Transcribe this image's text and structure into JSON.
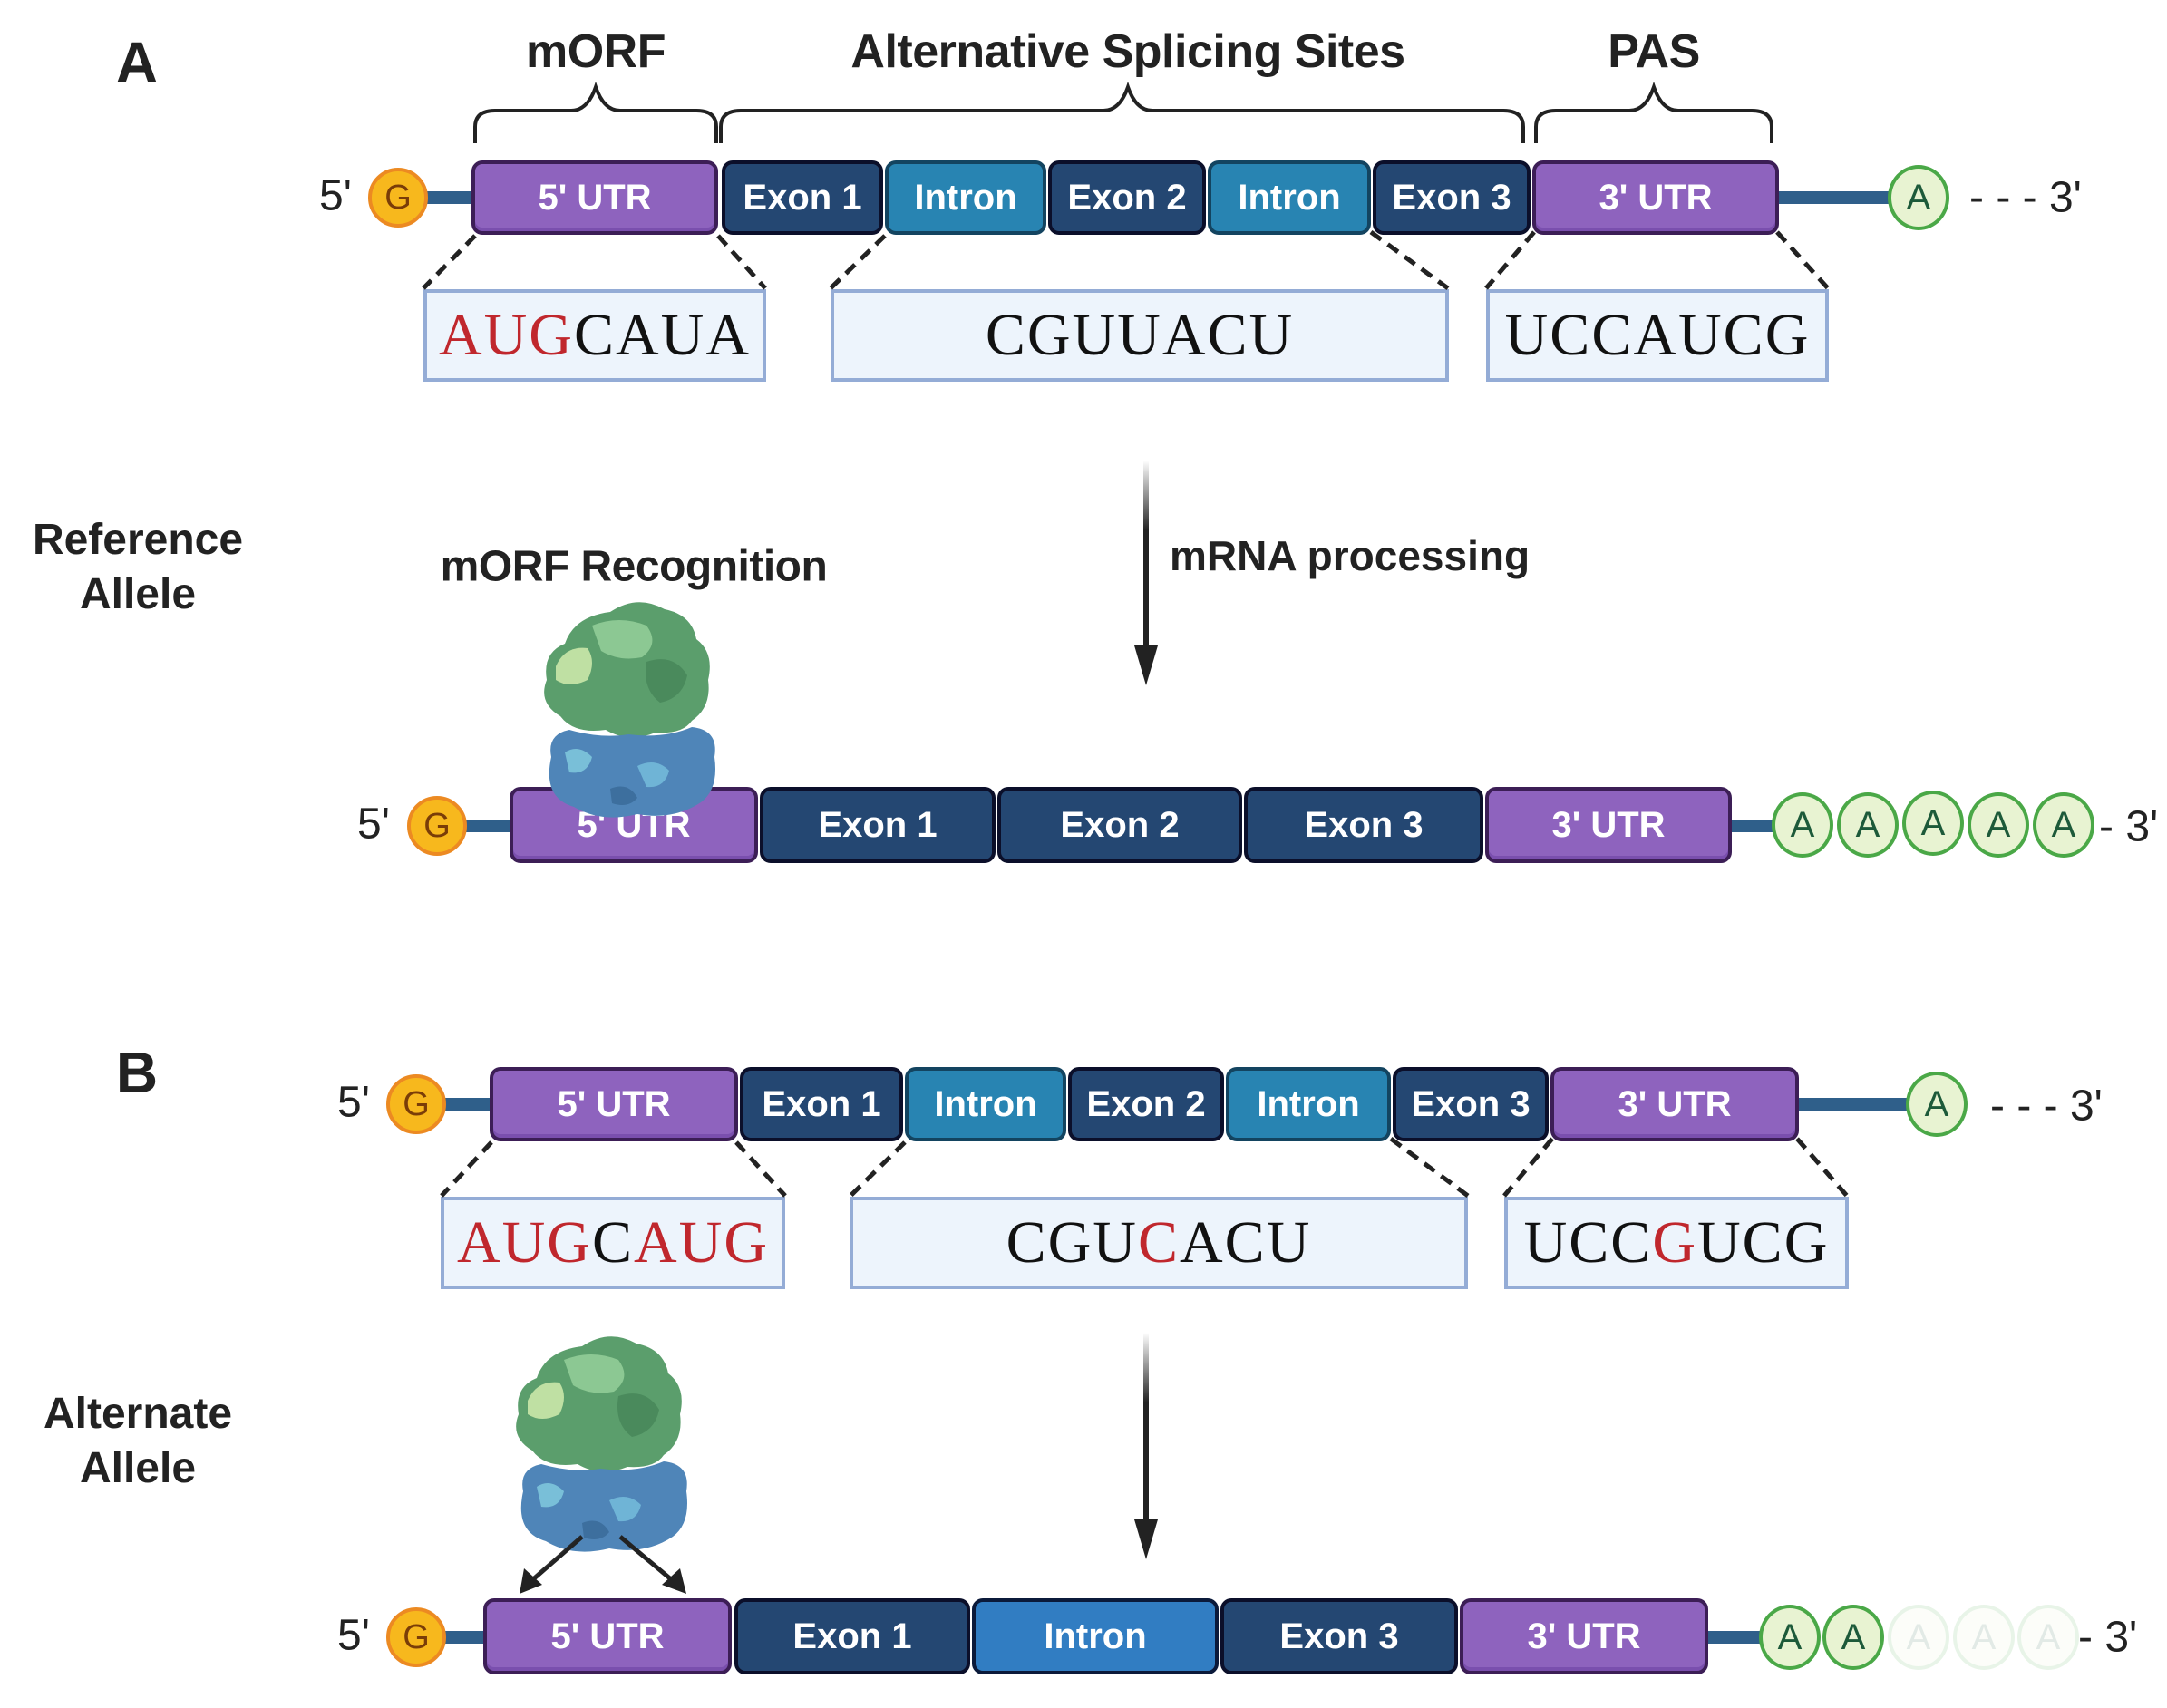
{
  "panel_a": {
    "label": "A",
    "annotations": {
      "morf": "mORF",
      "splicing": "Alternative Splicing Sites",
      "pas": "PAS"
    },
    "pre_mrna": {
      "five_prime": "5'",
      "cap": "G",
      "segments": [
        "5' UTR",
        "Exon 1",
        "Intron",
        "Exon 2",
        "Intron",
        "Exon 3",
        "3' UTR"
      ],
      "tail": "A",
      "three_prime": "- - - 3'"
    },
    "sequences": {
      "morf": {
        "highlight": "AUG",
        "rest": "CAUA"
      },
      "splicing": "CGUUACU",
      "pas": "UCCAUCG"
    },
    "allele_label": [
      "Reference",
      "Allele"
    ],
    "recognition_label": "mORF Recognition",
    "process_label": "mRNA processing",
    "mature_mrna": {
      "five_prime": "5'",
      "cap": "G",
      "segments": [
        "5' UTR",
        "Exon 1",
        "Exon 2",
        "Exon 3",
        "3' UTR"
      ],
      "polya": [
        "A",
        "A",
        "A",
        "A",
        "A"
      ],
      "three_prime": "- 3'"
    }
  },
  "panel_b": {
    "label": "B",
    "pre_mrna": {
      "five_prime": "5'",
      "cap": "G",
      "segments": [
        "5' UTR",
        "Exon 1",
        "Intron",
        "Exon 2",
        "Intron",
        "Exon 3",
        "3' UTR"
      ],
      "tail": "A",
      "three_prime": "- - - 3'"
    },
    "sequences": {
      "morf": {
        "part1": "AUG",
        "part2": "C",
        "part3": "AUG"
      },
      "splicing": {
        "part1": "CGU",
        "variant": "C",
        "part2": "ACU"
      },
      "pas": {
        "part1": "UCC",
        "variant": "G",
        "part2": "UCG"
      }
    },
    "allele_label": [
      "Alternate",
      "Allele"
    ],
    "mature_mrna": {
      "five_prime": "5'",
      "cap": "G",
      "segments": [
        "5' UTR",
        "Exon 1",
        "Intron",
        "Exon 3",
        "3' UTR"
      ],
      "polya": [
        "A",
        "A",
        "A",
        "A",
        "A"
      ],
      "polya_retained_count": 2,
      "three_prime": "- 3'"
    }
  },
  "colors": {
    "utr": "#8e63be",
    "exon": "#244772",
    "intron": "#2884b2",
    "retained_intron": "#317dc2",
    "cap": "#f7b81d",
    "polya": "#e8f3d2",
    "variant_red": "#c0272d",
    "backbone": "#2f5f8a"
  }
}
